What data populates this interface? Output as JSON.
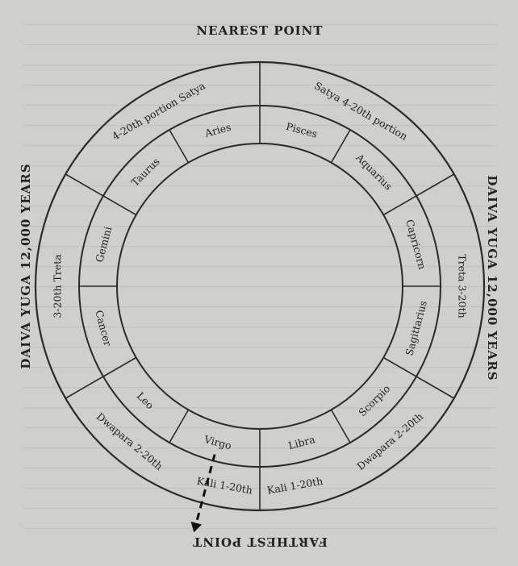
{
  "diagram": {
    "title_top": "NEAREST POINT",
    "title_bottom": "FARTHEST POINT",
    "left_label": "DAIVA YUGA  12,000 YEARS",
    "right_label": "DAIVA YUGA  12,000 YEARS",
    "outer_ring": [
      "Satya 4-20th portion",
      "Treta  3-20th",
      "Dwapara 2-20th",
      "Kali 1-20th",
      "Kali 1-20th",
      "Dwapara 2-20th",
      "3-20th Treta",
      "4-20th portion Satya"
    ],
    "signs": [
      "Pisces",
      "Aquarius",
      "Capricorn",
      "Sagittarius",
      "Scorpio",
      "Libra",
      "Virgo",
      "Leo",
      "Cancer",
      "Gemini",
      "Taurus",
      "Aries"
    ]
  }
}
